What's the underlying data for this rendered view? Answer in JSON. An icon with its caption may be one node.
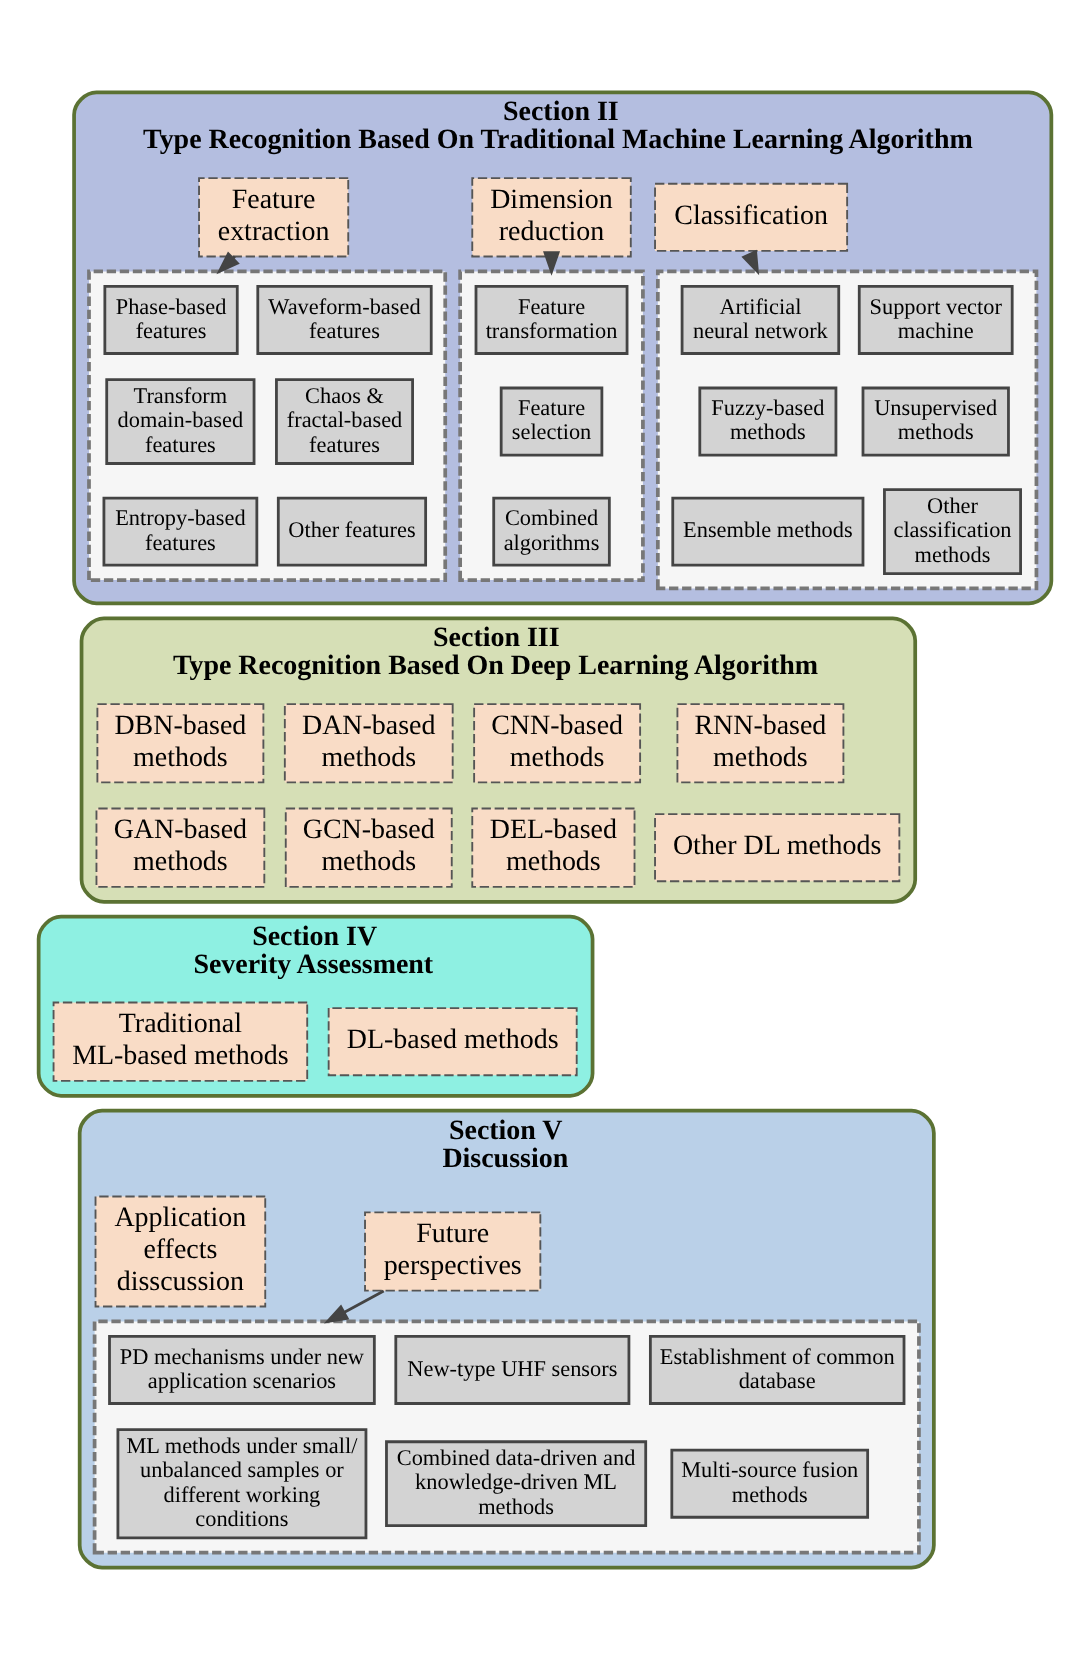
{
  "diagram": {
    "nodes": [
      {
        "text": [
          "Section II",
          "Type Recognition Based On Traditional Machine Learning Algorithm"
        ]
      },
      {
        "text": [
          "Feature extraction"
        ],
        "in": 0
      },
      {
        "text": [
          "Dimension reduction"
        ],
        "in": 0
      },
      {
        "text": [
          "Classification"
        ],
        "in": 0
      },
      {
        "text": [],
        "shape": "box",
        "in": 0
      },
      {
        "text": [
          "Phase-based features"
        ],
        "in": 4
      },
      {
        "text": [
          "Waveform-based features"
        ],
        "in": 4
      },
      {
        "text": [
          "Transform domain-based features"
        ],
        "in": 4
      },
      {
        "text": [
          "Chaos & fractal-based features"
        ],
        "in": 4
      },
      {
        "text": [
          "Entropy-based features"
        ],
        "in": 4
      },
      {
        "text": [
          "Other features"
        ],
        "in": 4
      },
      {
        "text": [],
        "shape": "box",
        "in": 0
      },
      {
        "text": [
          "Feature transformation"
        ],
        "in": 11
      },
      {
        "text": [
          "Feature selection"
        ],
        "in": 11
      },
      {
        "text": [
          "Combined algorithms"
        ],
        "in": 11
      },
      {
        "text": [],
        "shape": "box",
        "in": 0
      },
      {
        "text": [
          "Artificial neural network"
        ],
        "in": 15
      },
      {
        "text": [
          "Support vector machine"
        ],
        "in": 15
      },
      {
        "text": [
          "Fuzzy-based methods"
        ],
        "in": 15
      },
      {
        "text": [
          "Unsupervised methods"
        ],
        "in": 15
      },
      {
        "text": [
          "Ensemble methods"
        ],
        "in": 15
      },
      {
        "text": [
          "Other classification methods"
        ],
        "in": 15
      },
      {
        "text": [
          "Section III",
          "Type Recognition Based On Deep Learning Algorithm"
        ]
      },
      {
        "text": [
          "DBN-based methods"
        ],
        "in": 22
      },
      {
        "text": [
          "DAN-based methods"
        ],
        "in": 22
      },
      {
        "text": [
          "CNN-based methods"
        ],
        "in": 22
      },
      {
        "text": [
          "RNN-based methods"
        ],
        "in": 22
      },
      {
        "text": [
          "GAN-based methods"
        ],
        "in": 22
      },
      {
        "text": [
          "GCN-based methods"
        ],
        "in": 22
      },
      {
        "text": [
          "DEL-based methods"
        ],
        "in": 22
      },
      {
        "text": [
          "Other DL methods"
        ],
        "in": 22
      },
      {
        "text": [
          "Section IV",
          "Severity Assessment"
        ]
      },
      {
        "text": [
          "Traditional ML-based methods"
        ],
        "in": 31
      },
      {
        "text": [
          "DL-based methods"
        ],
        "in": 31
      },
      {
        "text": [
          "Section V",
          "Discussion"
        ]
      },
      {
        "text": [
          "Application effects disscussion"
        ],
        "in": 34
      },
      {
        "text": [
          "Future perspectives"
        ],
        "in": 34
      },
      {
        "text": [],
        "shape": "box",
        "in": 34
      },
      {
        "text": [
          "PD mechanisms under new application scenarios"
        ],
        "in": 37
      },
      {
        "text": [
          "New-type UHF sensors"
        ],
        "in": 37
      },
      {
        "text": [
          "Establishment of common database"
        ],
        "in": 37
      },
      {
        "text": [
          "ML methods under small/ unbalanced samples or different working conditions"
        ],
        "in": 37
      },
      {
        "text": [
          "Combined data-driven and knowledge-driven ML methods"
        ],
        "in": 37
      },
      {
        "text": [
          "Multi-source fusion methods"
        ],
        "in": 37
      }
    ],
    "edges": [
      {
        "from": 1,
        "to": 4,
        "arrow": "to"
      },
      {
        "from": 2,
        "to": 11,
        "arrow": "to"
      },
      {
        "from": 3,
        "to": 15,
        "arrow": "to"
      },
      {
        "from": 36,
        "to": 37,
        "arrow": "to"
      }
    ]
  }
}
